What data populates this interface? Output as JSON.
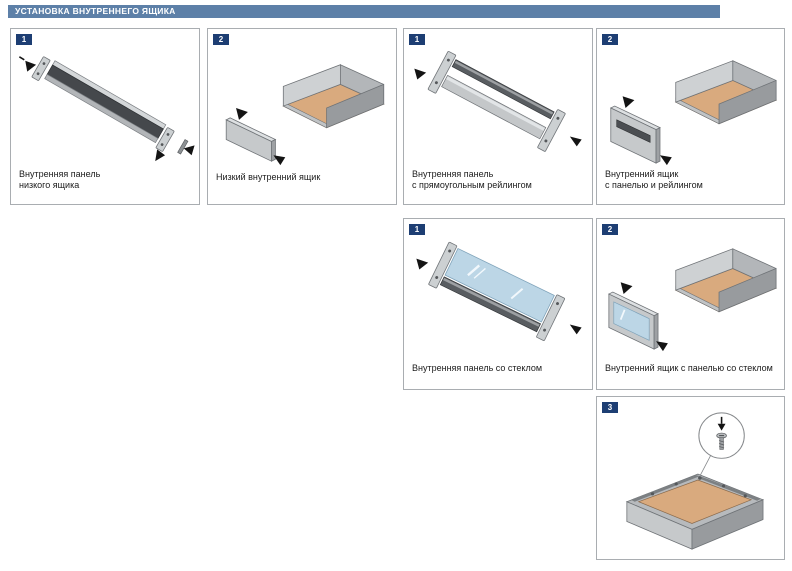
{
  "header": {
    "title": "УСТАНОВКА ВНУТРЕННЕГО ЯЩИКА"
  },
  "colors": {
    "header_bg": "#5d80a8",
    "badge_bg": "#1d3e73",
    "wood": "#d9aa7e",
    "metal_light": "#ccd0d2",
    "metal_dark": "#595d61",
    "glass": "#bcd6e6",
    "arrow": "#141414"
  },
  "panels": [
    {
      "step": "1",
      "illustration": "inner-panel-low-drawer",
      "caption": "Внутренняя панель\nнизкого ящика"
    },
    {
      "step": "2",
      "illustration": "low-inner-drawer",
      "caption": "Низкий внутренний ящик"
    },
    {
      "step": "1",
      "illustration": "inner-panel-rect-railing",
      "caption": "Внутренняя панель\nс прямоугольным рейлингом"
    },
    {
      "step": "2",
      "illustration": "inner-drawer-panel-railing",
      "caption": "Внутренний ящик\nс панелью и рейлингом"
    },
    {
      "step": "1",
      "illustration": "inner-panel-glass",
      "caption": "Внутренняя панель со стеклом"
    },
    {
      "step": "2",
      "illustration": "inner-drawer-glass-panel",
      "caption": "Внутренний ящик с панелью со стеклом"
    },
    {
      "step": "3",
      "illustration": "screw-mounting-detail",
      "caption": ""
    }
  ]
}
